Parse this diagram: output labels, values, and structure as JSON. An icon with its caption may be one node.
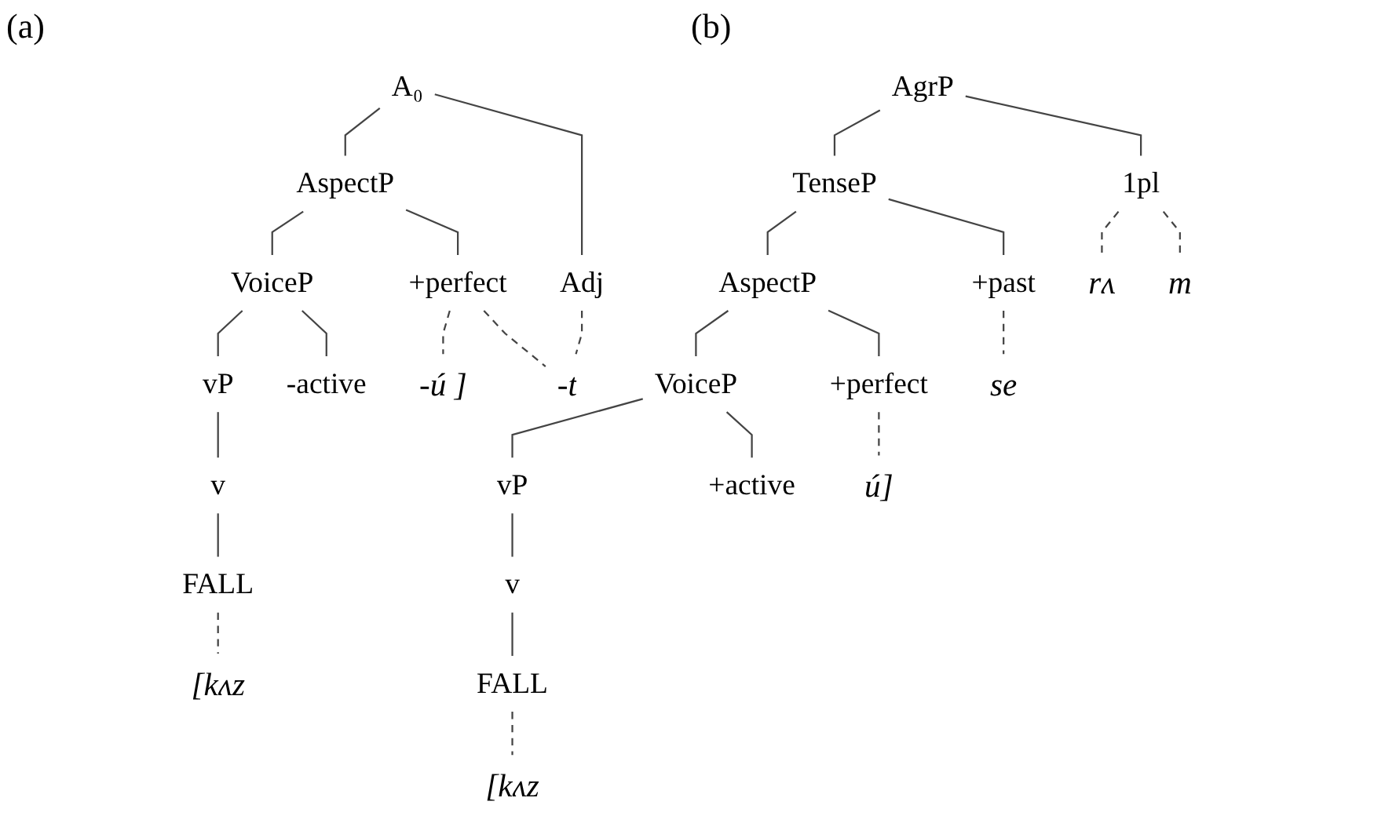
{
  "diagram": {
    "nodes": [
      {
        "text": [
          "A₀"
        ]
      },
      {
        "text": [
          "AspectP"
        ]
      },
      {
        "text": [
          "Adj"
        ]
      },
      {
        "text": [
          "VoiceP"
        ]
      },
      {
        "text": [
          "+perfect"
        ]
      },
      {
        "text": [
          "vP"
        ]
      },
      {
        "text": [
          "-active"
        ]
      },
      {
        "text": [
          "v"
        ]
      },
      {
        "text": [
          "FALL"
        ]
      },
      {
        "text": [
          "[kʌz"
        ]
      },
      {
        "text": [
          "-ú ]"
        ]
      },
      {
        "text": [
          "-t"
        ]
      },
      {
        "text": [
          "AgrP"
        ]
      },
      {
        "text": [
          "TenseP"
        ]
      },
      {
        "text": [
          "1pl"
        ]
      },
      {
        "text": [
          "AspectP"
        ]
      },
      {
        "text": [
          "+past"
        ]
      },
      {
        "text": [
          "VoiceP"
        ]
      },
      {
        "text": [
          "+perfect"
        ]
      },
      {
        "text": [
          "vP"
        ]
      },
      {
        "text": [
          "+active"
        ]
      },
      {
        "text": [
          "v"
        ]
      },
      {
        "text": [
          "FALL"
        ]
      },
      {
        "text": [
          "[kʌz"
        ]
      },
      {
        "text": [
          "ú]"
        ]
      },
      {
        "text": [
          "se"
        ]
      },
      {
        "text": [
          "rʌ"
        ]
      },
      {
        "text": [
          "m"
        ]
      }
    ],
    "edges": [
      {
        "from": 0,
        "to": 1,
        "arrow": "none"
      },
      {
        "from": 0,
        "to": 2,
        "arrow": "none"
      },
      {
        "from": 1,
        "to": 3,
        "arrow": "none"
      },
      {
        "from": 1,
        "to": 4,
        "arrow": "none"
      },
      {
        "from": 3,
        "to": 5,
        "arrow": "none"
      },
      {
        "from": 3,
        "to": 6,
        "arrow": "none"
      },
      {
        "from": 5,
        "to": 7,
        "arrow": "none"
      },
      {
        "from": 7,
        "to": 8,
        "arrow": "none"
      },
      {
        "from": 8,
        "to": 9,
        "arrow": "none",
        "style": "dashed"
      },
      {
        "from": 4,
        "to": 10,
        "arrow": "none",
        "style": "dashed"
      },
      {
        "from": 4,
        "to": 11,
        "arrow": "none",
        "style": "dashed"
      },
      {
        "from": 2,
        "to": 11,
        "arrow": "none",
        "style": "dashed"
      },
      {
        "from": 12,
        "to": 13,
        "arrow": "none"
      },
      {
        "from": 12,
        "to": 14,
        "arrow": "none"
      },
      {
        "from": 13,
        "to": 15,
        "arrow": "none"
      },
      {
        "from": 13,
        "to": 16,
        "arrow": "none"
      },
      {
        "from": 15,
        "to": 17,
        "arrow": "none"
      },
      {
        "from": 15,
        "to": 18,
        "arrow": "none"
      },
      {
        "from": 17,
        "to": 19,
        "arrow": "none"
      },
      {
        "from": 17,
        "to": 20,
        "arrow": "none"
      },
      {
        "from": 19,
        "to": 21,
        "arrow": "none"
      },
      {
        "from": 21,
        "to": 22,
        "arrow": "none"
      },
      {
        "from": 22,
        "to": 23,
        "arrow": "none",
        "style": "dashed"
      },
      {
        "from": 18,
        "to": 24,
        "arrow": "none",
        "style": "dashed"
      },
      {
        "from": 16,
        "to": 25,
        "arrow": "none",
        "style": "dashed"
      },
      {
        "from": 14,
        "to": 26,
        "arrow": "none",
        "style": "dashed"
      },
      {
        "from": 14,
        "to": 27,
        "arrow": "none",
        "style": "dashed"
      }
    ],
    "labels": [
      "(a)",
      "(b)"
    ]
  }
}
